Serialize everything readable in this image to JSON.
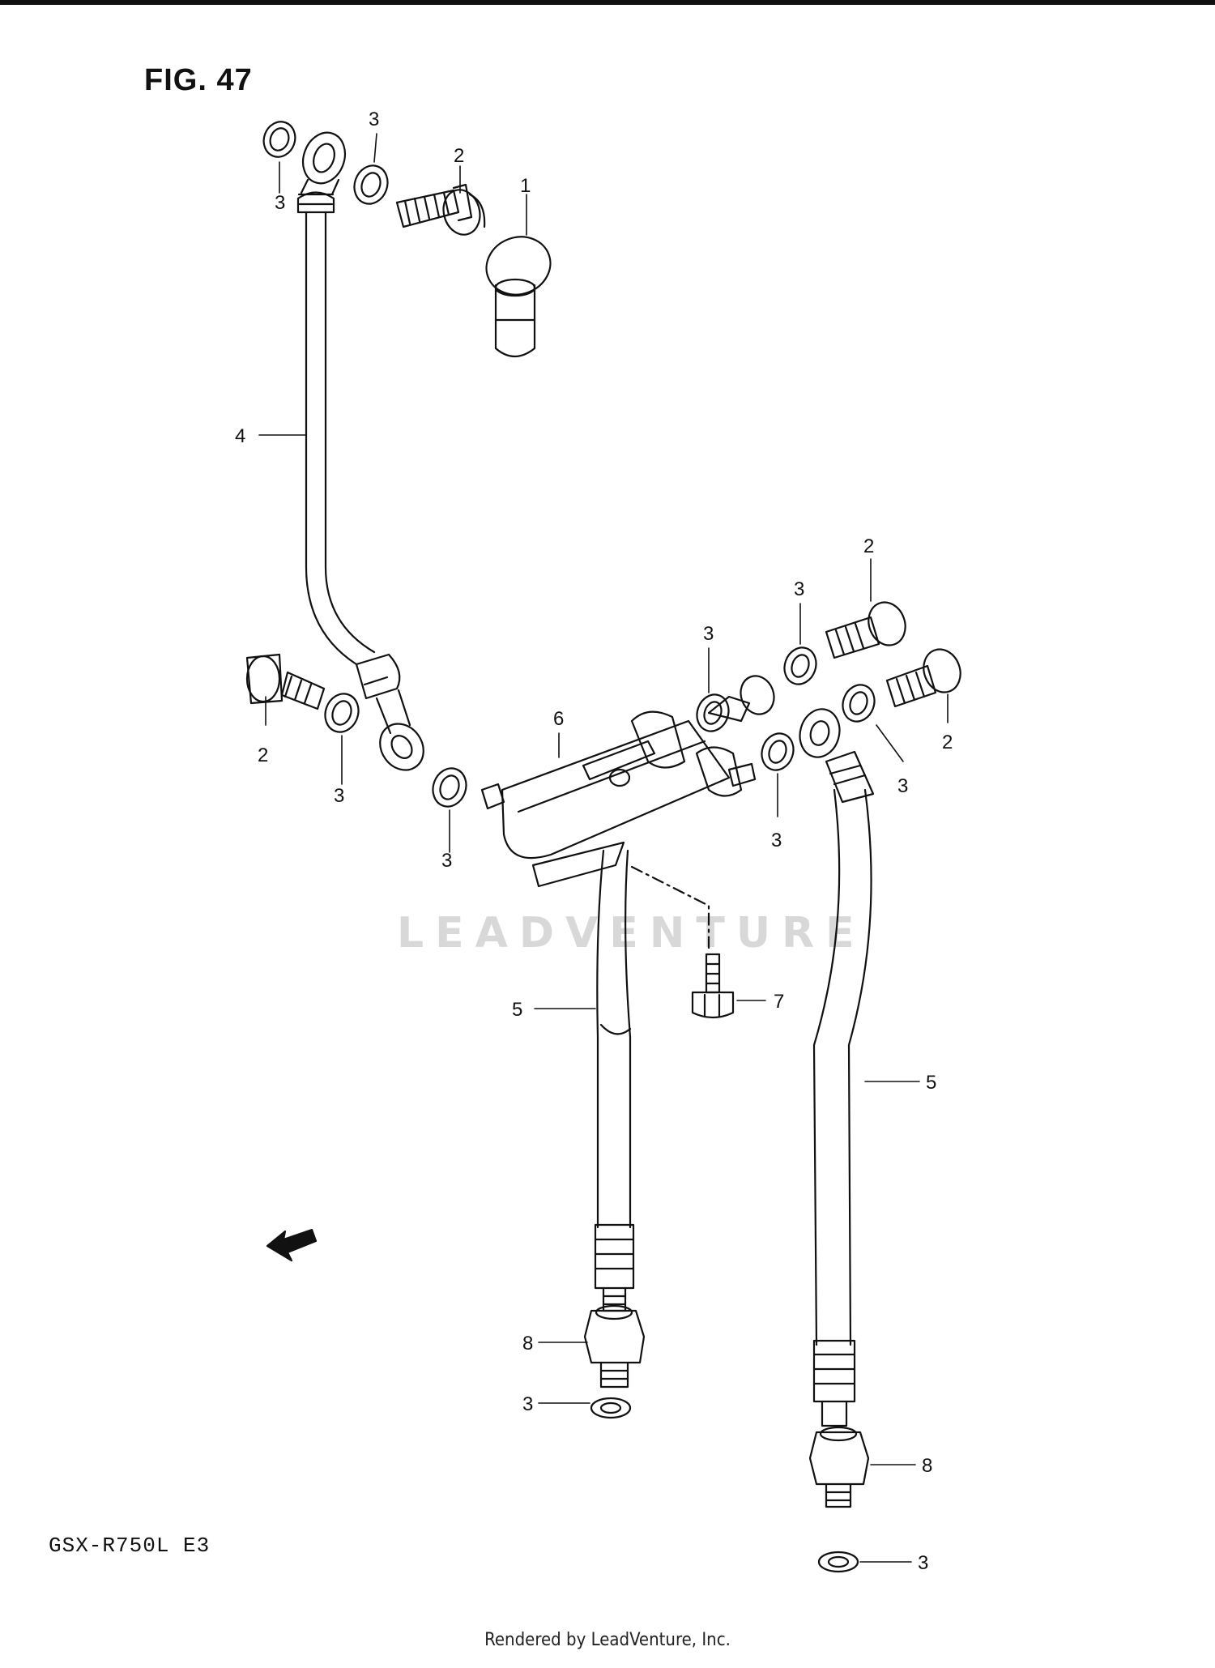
{
  "figure": {
    "title": "FIG. 47",
    "model": "GSX-R750L E3",
    "watermark": "LEADVENTURE",
    "footer": "Rendered by LeadVenture, Inc.",
    "fwd_label": "FWD"
  },
  "callouts": {
    "c1": "1",
    "c2a": "2",
    "c2b": "2",
    "c2c": "2",
    "c2d": "2",
    "c3a": "3",
    "c3b": "3",
    "c3c": "3",
    "c3d": "3",
    "c3e": "3",
    "c3f": "3",
    "c3g": "3",
    "c3h": "3",
    "c3i": "3",
    "c3j": "3",
    "c4": "4",
    "c5a": "5",
    "c5b": "5",
    "c6": "6",
    "c7": "7",
    "c8a": "8",
    "c8b": "8"
  }
}
